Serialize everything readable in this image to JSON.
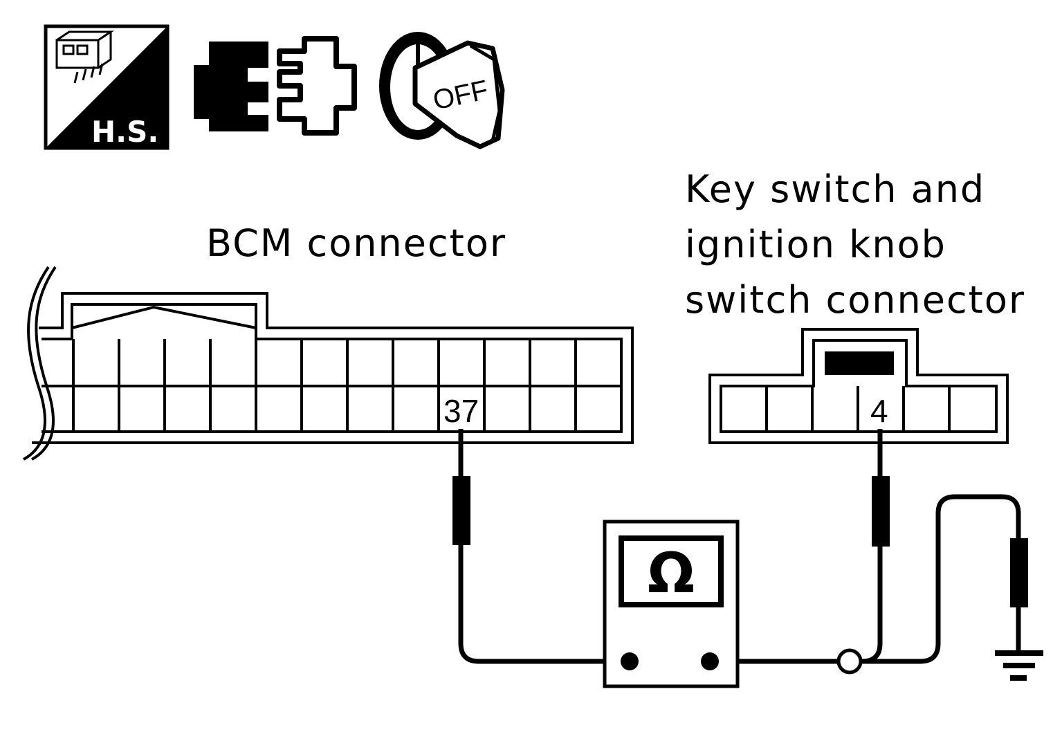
{
  "icons": {
    "harness_label": "H.S.",
    "ignition_label": "OFF"
  },
  "bcm": {
    "label": "BCM connector",
    "pin": "37"
  },
  "key_switch": {
    "label_lines": [
      "Key switch and",
      "ignition knob",
      "switch connector"
    ],
    "pin": "4"
  },
  "meter": {
    "symbol": "Ω"
  },
  "colors": {
    "line": "#000000",
    "background": "#ffffff"
  }
}
